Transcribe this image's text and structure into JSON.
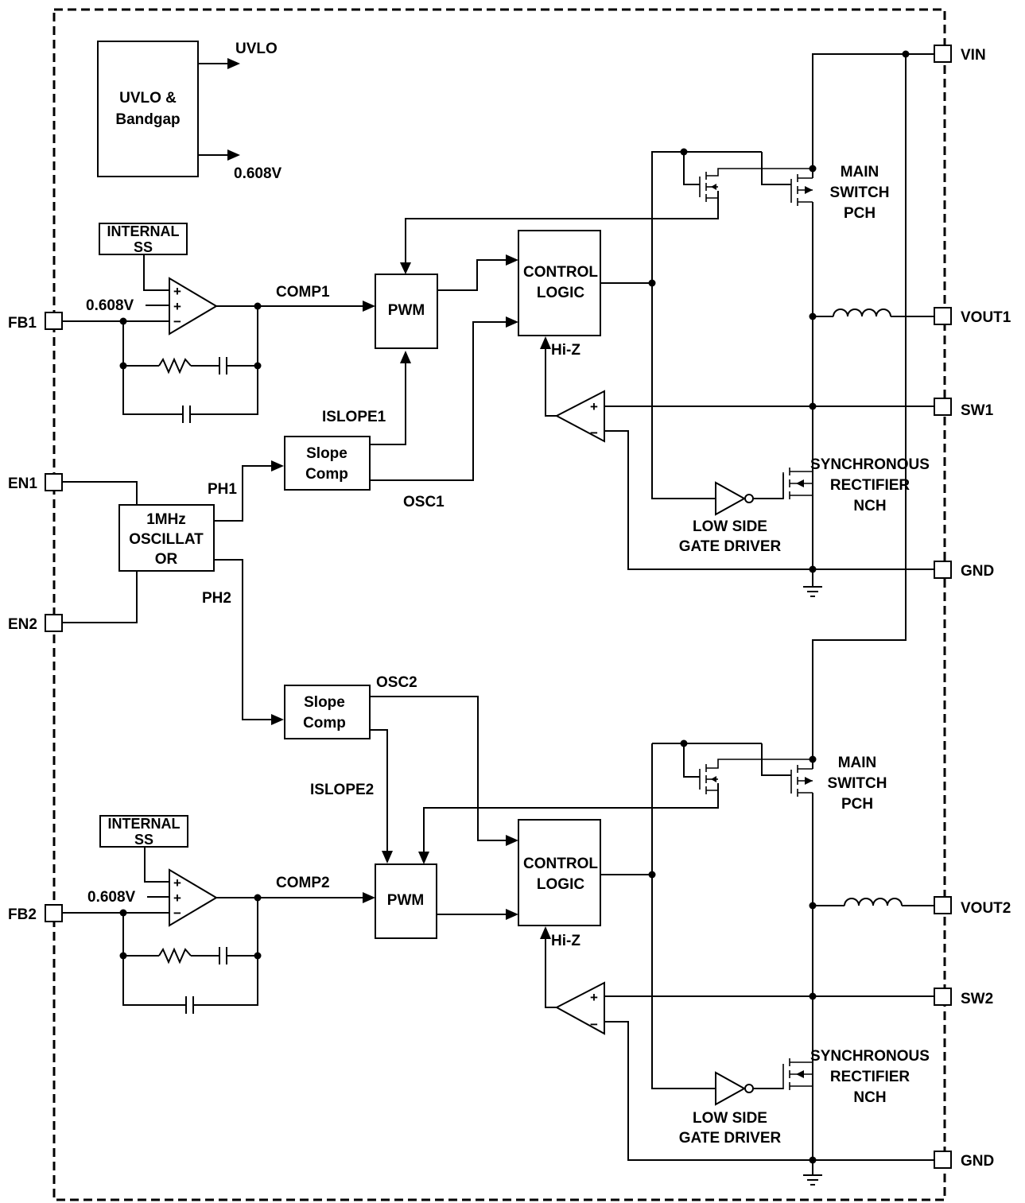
{
  "labels": {
    "uvlo_block_line1": "UVLO &",
    "uvlo_block_line2": "Bandgap",
    "uvlo_out": "UVLO",
    "vref_out": "0.608V",
    "internal_ss_1_line1": "INTERNAL",
    "internal_ss_1_line2": "SS",
    "internal_ss_2_line1": "INTERNAL",
    "internal_ss_2_line2": "SS",
    "vref_1": "0.608V",
    "vref_2": "0.608V",
    "comp1": "COMP1",
    "comp2": "COMP2",
    "pwm_1": "PWM",
    "pwm_2": "PWM",
    "control_logic_1_line1": "CONTROL",
    "control_logic_1_line2": "LOGIC",
    "control_logic_2_line1": "CONTROL",
    "control_logic_2_line2": "LOGIC",
    "hiz_1": "Hi-Z",
    "hiz_2": "Hi-Z",
    "islope1": "ISLOPE1",
    "islope2": "ISLOPE2",
    "slope_comp_1_line1": "Slope",
    "slope_comp_1_line2": "Comp",
    "slope_comp_2_line1": "Slope",
    "slope_comp_2_line2": "Comp",
    "osc1": "OSC1",
    "osc2": "OSC2",
    "ph1": "PH1",
    "ph2": "PH2",
    "oscillator_line1": "1MHz",
    "oscillator_line2": "OSCILLAT",
    "oscillator_line3": "OR",
    "main_switch_1_line1": "MAIN",
    "main_switch_1_line2": "SWITCH",
    "main_switch_1_line3": "PCH",
    "main_switch_2_line1": "MAIN",
    "main_switch_2_line2": "SWITCH",
    "main_switch_2_line3": "PCH",
    "sync_rect_1_line1": "SYNCHRONOUS",
    "sync_rect_1_line2": "RECTIFIER",
    "sync_rect_1_line3": "NCH",
    "sync_rect_2_line1": "SYNCHRONOUS",
    "sync_rect_2_line2": "RECTIFIER",
    "sync_rect_2_line3": "NCH",
    "gate_driver_1_line1": "LOW SIDE",
    "gate_driver_1_line2": "GATE DRIVER",
    "gate_driver_2_line1": "LOW SIDE",
    "gate_driver_2_line2": "GATE DRIVER",
    "plus": "+",
    "minus": "−"
  },
  "pins": {
    "fb1": "FB1",
    "en1": "EN1",
    "en2": "EN2",
    "fb2": "FB2",
    "vin": "VIN",
    "vout1": "VOUT1",
    "sw1": "SW1",
    "gnd1": "GND",
    "vout2": "VOUT2",
    "sw2": "SW2",
    "gnd2": "GND"
  }
}
